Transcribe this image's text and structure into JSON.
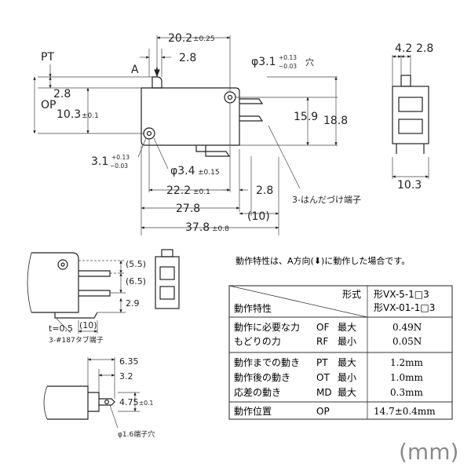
{
  "dims_main": {
    "w202": "20.2",
    "w202_tol": "±0.25",
    "pt": "PT",
    "a_label": "A",
    "d28a": "2.8",
    "hole_dia": "φ3.1",
    "hole_tol_top": "+0.13",
    "hole_tol_bot": "−0.03",
    "hole_suffix": "穴",
    "d28b": "2.8",
    "op": "OP",
    "d103": "10.3",
    "d103_tol": "±0.1",
    "d159": "15.9",
    "d188": "18.8",
    "d31": "3.1",
    "d31_tol_top": "+0.13",
    "d31_tol_bot": "−0.03",
    "d34": "φ3.4",
    "d34_tol": "±0.15",
    "d222": "22.2",
    "d222_tol": "±0.1",
    "d28c": "2.8",
    "d278": "27.8",
    "d10": "(10)",
    "d378": "37.8",
    "d378_tol": "±0.8",
    "solder_label": "3-はんだづけ端子"
  },
  "dims_side": {
    "d42": "4.2",
    "d28": "2.8",
    "d103": "10.3"
  },
  "dims_variant": {
    "d55": "(5.5)",
    "d65": "(6.5)",
    "d29": "2.9",
    "t05": "t=0.5",
    "d10": "(10)",
    "tab_label": "3-#187タブ端子"
  },
  "dims_pcb": {
    "d635": "6.35",
    "d32": "3.2",
    "d475": "4.75",
    "d475_tol": "±0.1",
    "d16": "φ1.6端子穴"
  },
  "spec_table": {
    "caption": "動作特性は、A方向(⬇)に動作した場合です。",
    "header_keishiki": "形式",
    "header_model1": "形VX-5-1□3",
    "header_model2": "形VX-01-1□3",
    "header_char": "動作特性",
    "rows": [
      {
        "label": "動作に必要な力",
        "code": "OF",
        "limit": "最大",
        "value": "0.49N"
      },
      {
        "label": "もどりの力",
        "code": "RF",
        "limit": "最小",
        "value": "0.05N"
      },
      {
        "label": "動作までの動き",
        "code": "PT",
        "limit": "最大",
        "value": "1.2mm"
      },
      {
        "label": "動作後の動き",
        "code": "OT",
        "limit": "最小",
        "value": "1.0mm"
      },
      {
        "label": "応差の動き",
        "code": "MD",
        "limit": "最大",
        "value": "0.3mm"
      },
      {
        "label": "動作位置",
        "code": "OP",
        "limit": "",
        "value": "14.7±0.4mm"
      }
    ]
  },
  "unit_label": "(mm)",
  "colors": {
    "line": "#222222",
    "dim": "#444444",
    "table_line": "#333333",
    "unit": "#8a8a8a"
  }
}
